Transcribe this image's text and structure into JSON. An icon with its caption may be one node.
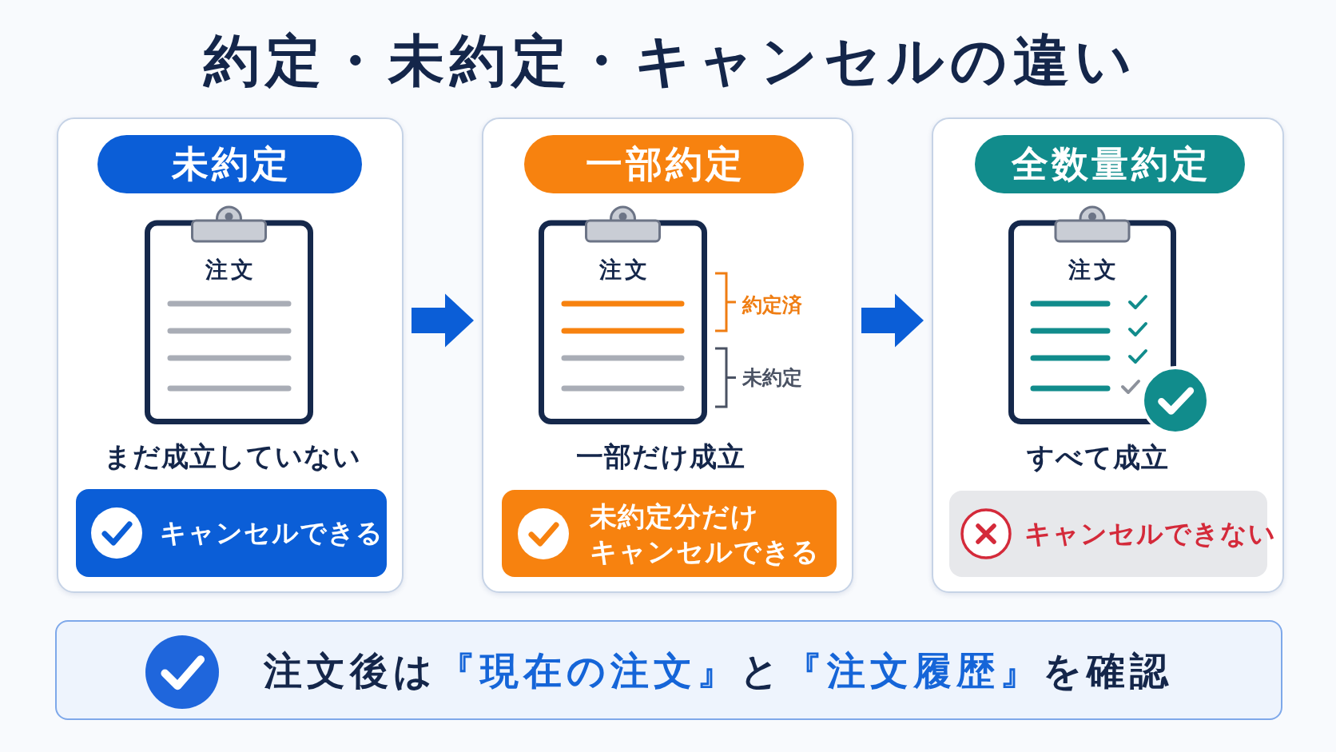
{
  "diagram": {
    "title": "約定・未約定・キャンセルの違い",
    "nodes": [
      {
        "text": [
          "まだ成立していない"
        ]
      },
      {
        "text": [
          "未約定"
        ],
        "in": 0
      },
      {
        "text": [
          "注文"
        ],
        "in": 0
      },
      {
        "text": [
          "キャンセルできる"
        ],
        "in": 0
      },
      {
        "text": [
          "一部だけ成立"
        ]
      },
      {
        "text": [
          "一部約定"
        ],
        "in": 4
      },
      {
        "text": [
          "注文"
        ],
        "in": 4,
        "beside": [
          "約定済",
          "未約定"
        ]
      },
      {
        "text": [
          "未約定分だけキャンセルできる"
        ],
        "in": 4
      },
      {
        "text": [
          "すべて成立"
        ]
      },
      {
        "text": [
          "全数量約定"
        ],
        "in": 8
      },
      {
        "text": [
          "注文"
        ],
        "in": 8
      },
      {
        "text": [
          "キャンセルできない"
        ],
        "in": 8
      },
      {
        "text": [
          "注文後は**『現在の注文』**と**『注文履歴』**を確認"
        ]
      }
    ],
    "edges": [
      {
        "from": 0,
        "to": 4,
        "arrow": "to"
      },
      {
        "from": 4,
        "to": 8,
        "arrow": "to"
      }
    ]
  }
}
